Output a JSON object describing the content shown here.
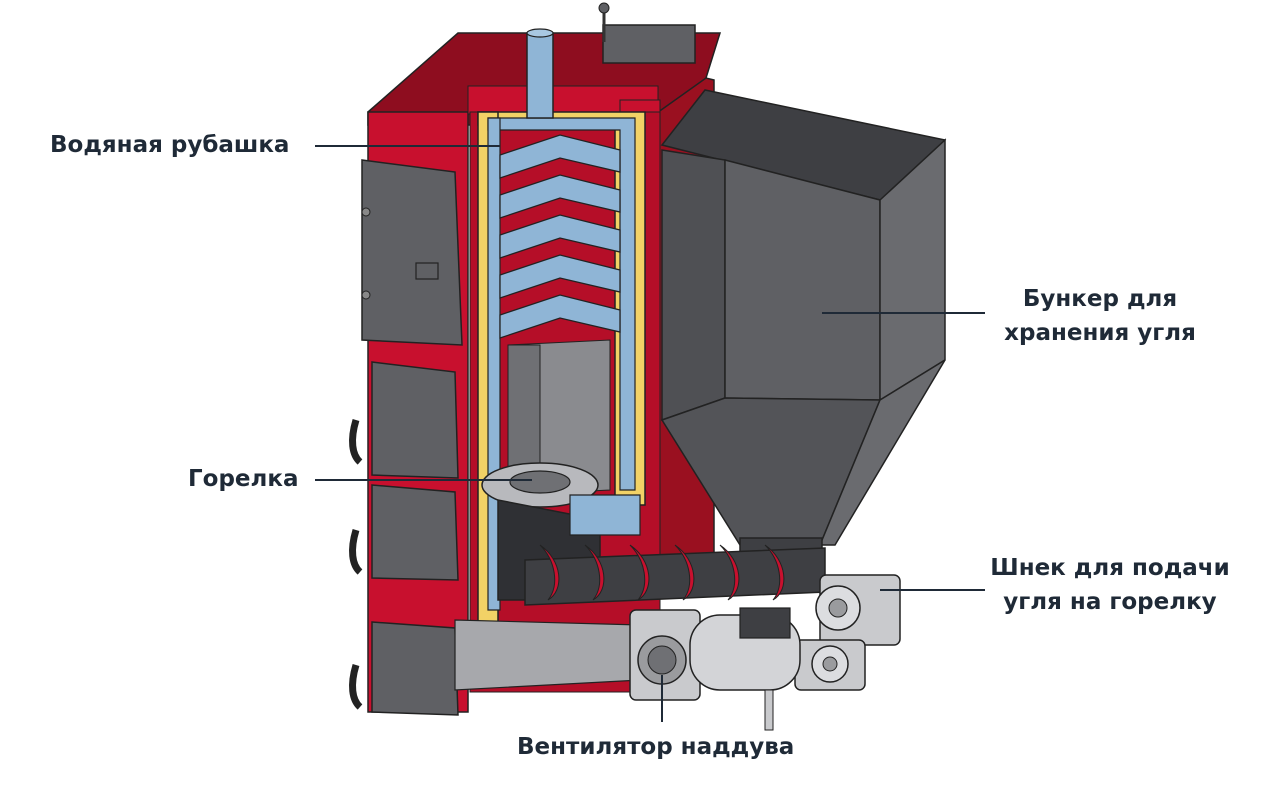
{
  "labels": {
    "water_jacket": "Водяная рубашка",
    "burner": "Горелка",
    "bunker_line1": "Бункер для",
    "bunker_line2": "хранения угля",
    "auger_line1": "Шнек для подачи",
    "auger_line2": "угля на горелку",
    "fan": "Вентилятор наддува"
  },
  "colors": {
    "casing_red": "#c8102e",
    "casing_dark_red": "#8e0d1f",
    "steel_gray": "#5f6064",
    "steel_dark": "#3e3f43",
    "steel_light": "#8c8d91",
    "water_blue": "#8fb5d6",
    "insulation_yellow": "#f2d266",
    "label_text": "#1f2a37",
    "leader_line": "#1f2a37"
  }
}
